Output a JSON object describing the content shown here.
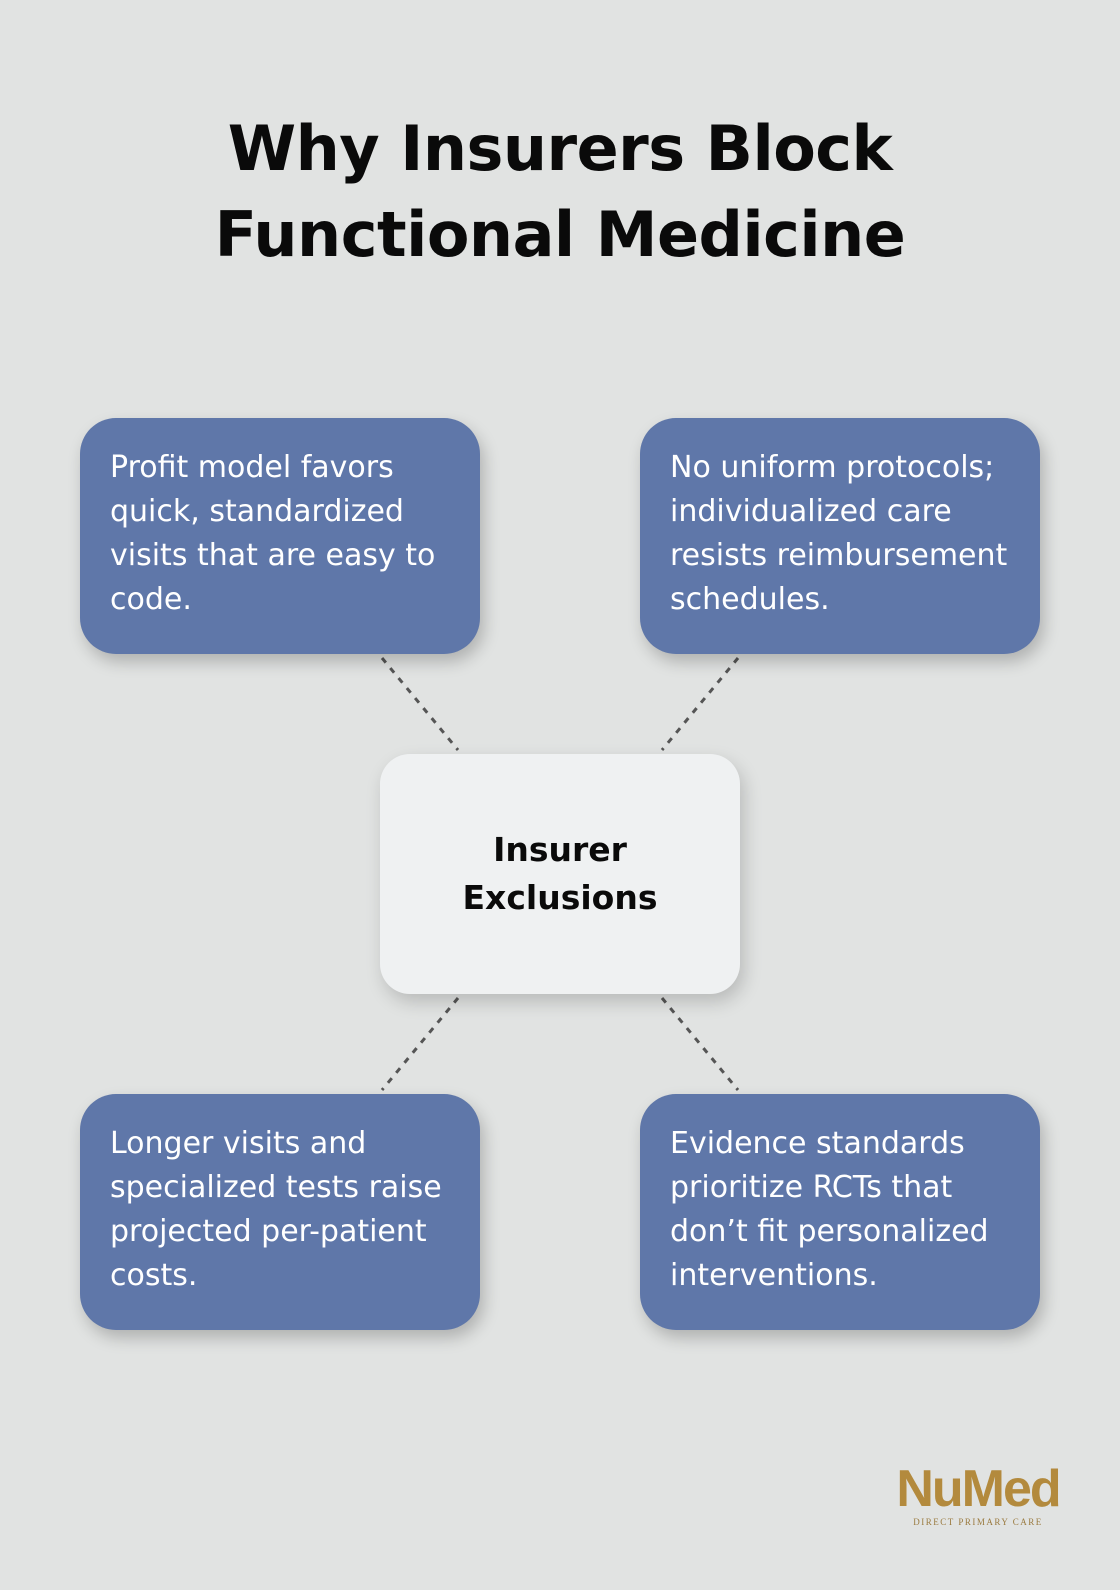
{
  "title": "Why Insurers Block Functional Medicine",
  "center": {
    "label": "Insurer Exclusions"
  },
  "reasons": [
    {
      "text": "Profit model favors quick, standardized visits that are easy to code."
    },
    {
      "text": "No uniform protocols; individualized care resists reimbursement schedules."
    },
    {
      "text": "Longer visits and specialized tests raise projected per-patient costs."
    },
    {
      "text": "Evidence standards prioritize RCTs that don’t fit personalized interventions."
    }
  ],
  "logo": {
    "name": "NuMed",
    "tagline": "DIRECT PRIMARY CARE"
  },
  "colors": {
    "background": "#e1e3e2",
    "card": "#5f77a9",
    "center": "#eff1f2",
    "logo": "#b38a3d"
  }
}
